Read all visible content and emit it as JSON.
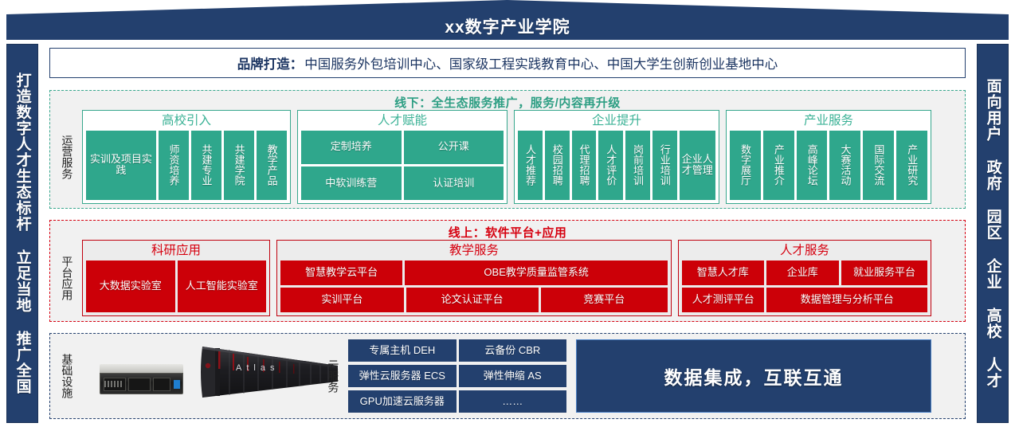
{
  "header": {
    "title": "xx数字产业学院"
  },
  "pillars": {
    "left": "打造数字人才生态标杆 立足当地 推广全国",
    "right": "面向用户 政府 园区 企业 高校 人才"
  },
  "brand": {
    "label": "品牌打造：",
    "text": "中国服务外包培训中心、国家级工程实践教育中心、中国大学生创新创业基地中心"
  },
  "offline": {
    "title": "线下：全生态服务推广，服务/内容再升级",
    "row_label": "运营服务",
    "accent": "#2fa78c",
    "panels": [
      {
        "title": "高校引入",
        "items": [
          "实训及项目实践",
          "师资培养",
          "共建专业",
          "共建学院",
          "教学产品"
        ]
      },
      {
        "title": "人才赋能",
        "items": [
          "定制培养",
          "公开课",
          "中软训练营",
          "认证培训"
        ]
      },
      {
        "title": "企业提升",
        "items": [
          "人才推荐",
          "校园招聘",
          "代理招聘",
          "人才评价",
          "岗前培训",
          "行业培训",
          "企业人才管理"
        ]
      },
      {
        "title": "产业服务",
        "items": [
          "数字展厅",
          "产业推介",
          "高峰论坛",
          "大赛活动",
          "国际交流",
          "产业研究"
        ]
      }
    ]
  },
  "online": {
    "title": "线上：软件平台+应用",
    "row_label": "平台应用",
    "accent": "#cc0008",
    "panels": [
      {
        "title": "科研应用",
        "rows": [
          [
            "大数据实验室",
            "人工智能实验室"
          ]
        ]
      },
      {
        "title": "教学服务",
        "rows": [
          [
            "智慧教学云平台",
            "OBE教学质量监管系统"
          ],
          [
            "实训平台",
            "论文认证平台",
            "竞赛平台"
          ]
        ]
      },
      {
        "title": "人才服务",
        "rows": [
          [
            "智慧人才库",
            "企业库",
            "就业服务平台"
          ],
          [
            "人才测评平台",
            "数据管理与分析平台"
          ]
        ]
      }
    ]
  },
  "infra": {
    "row_label": "基础设施",
    "cloud_label": "云服务",
    "accent": "#23406e",
    "devices": [
      "rack-server",
      "atlas-server-cabinet"
    ],
    "atlas_text": "Atlas",
    "cloud_services": [
      [
        "专属主机 DEH",
        "云备份 CBR"
      ],
      [
        "弹性云服务器 ECS",
        "弹性伸缩 AS"
      ],
      [
        "GPU加速云服务器",
        "……"
      ]
    ],
    "banner": "数据集成，互联互通"
  }
}
